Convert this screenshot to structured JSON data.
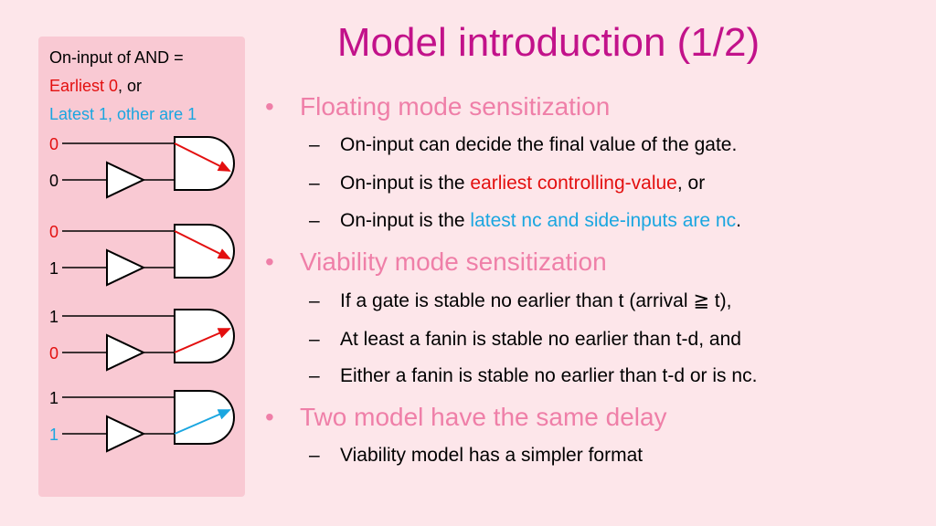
{
  "title": "Model introduction (1/2)",
  "legend": {
    "line1": "On-input of AND =",
    "line2_red": "Earliest 0",
    "line2_rest": ", or",
    "line3_blue": "Latest 1, other are 1"
  },
  "gates": [
    {
      "top": "0",
      "bottom": "0",
      "top_color": "red",
      "bottom_color": "black",
      "arrow_color": "#e30f0f"
    },
    {
      "top": "0",
      "bottom": "1",
      "top_color": "red",
      "bottom_color": "black",
      "arrow_color": "#e30f0f"
    },
    {
      "top": "1",
      "bottom": "0",
      "top_color": "black",
      "bottom_color": "red",
      "arrow_color": "#e30f0f"
    },
    {
      "top": "1",
      "bottom": "1",
      "top_color": "black",
      "bottom_color": "blue",
      "arrow_color": "#1aa6e0"
    }
  ],
  "bullets": {
    "b1": "Floating mode sensitization",
    "b1_s1": "On-input can decide the final value of the gate.",
    "b1_s2_pre": "On-input is the ",
    "b1_s2_red": "earliest controlling-value",
    "b1_s2_post": ", or",
    "b1_s3_pre": "On-input is the ",
    "b1_s3_blue": "latest nc and side-inputs are nc",
    "b1_s3_post": ".",
    "b2": "Viability mode sensitization",
    "b2_s1": "If a gate is stable no earlier than t (arrival ≧ t),",
    "b2_s2": "At least a fanin is stable no earlier than t-d, and",
    "b2_s3": "Either a fanin is stable no earlier than t-d or is nc.",
    "b3": "Two model have the same delay",
    "b3_s1": "Viability model has a simpler format"
  },
  "colors": {
    "title": "#c2128a",
    "bullet": "#ef7fa8",
    "red": "#e30f0f",
    "blue": "#1aa6e0",
    "panel": "#f9c9d3",
    "background": "#fde6ea"
  },
  "markers": {
    "bullet": "•",
    "dash": "–"
  }
}
